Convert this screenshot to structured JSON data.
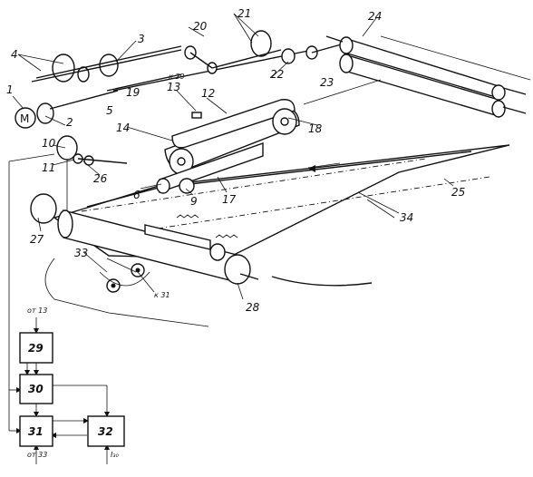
{
  "labels": {
    "l1": "1",
    "l2": "2",
    "l3": "3",
    "l4": "4",
    "l5": "5",
    "l6": "6",
    "l9": "9",
    "l10": "10",
    "l11": "11",
    "l12": "12",
    "l13": "13",
    "l14": "14",
    "l17": "17",
    "l18": "18",
    "l19": "19",
    "l20": "20",
    "l21": "21",
    "l22": "22",
    "l23": "23",
    "l24": "24",
    "l25": "25",
    "l26": "26",
    "l27": "27",
    "l28": "28",
    "l33": "33",
    "l34": "34"
  },
  "motor_symbol": "M",
  "notes": {
    "k29": "к 29",
    "k31": "к 31",
    "ot13": "от 13",
    "ot33": "от 33",
    "i30": "I₃₀"
  },
  "blocks": {
    "b29": "29",
    "b30": "30",
    "b31": "31",
    "b32": "32"
  }
}
